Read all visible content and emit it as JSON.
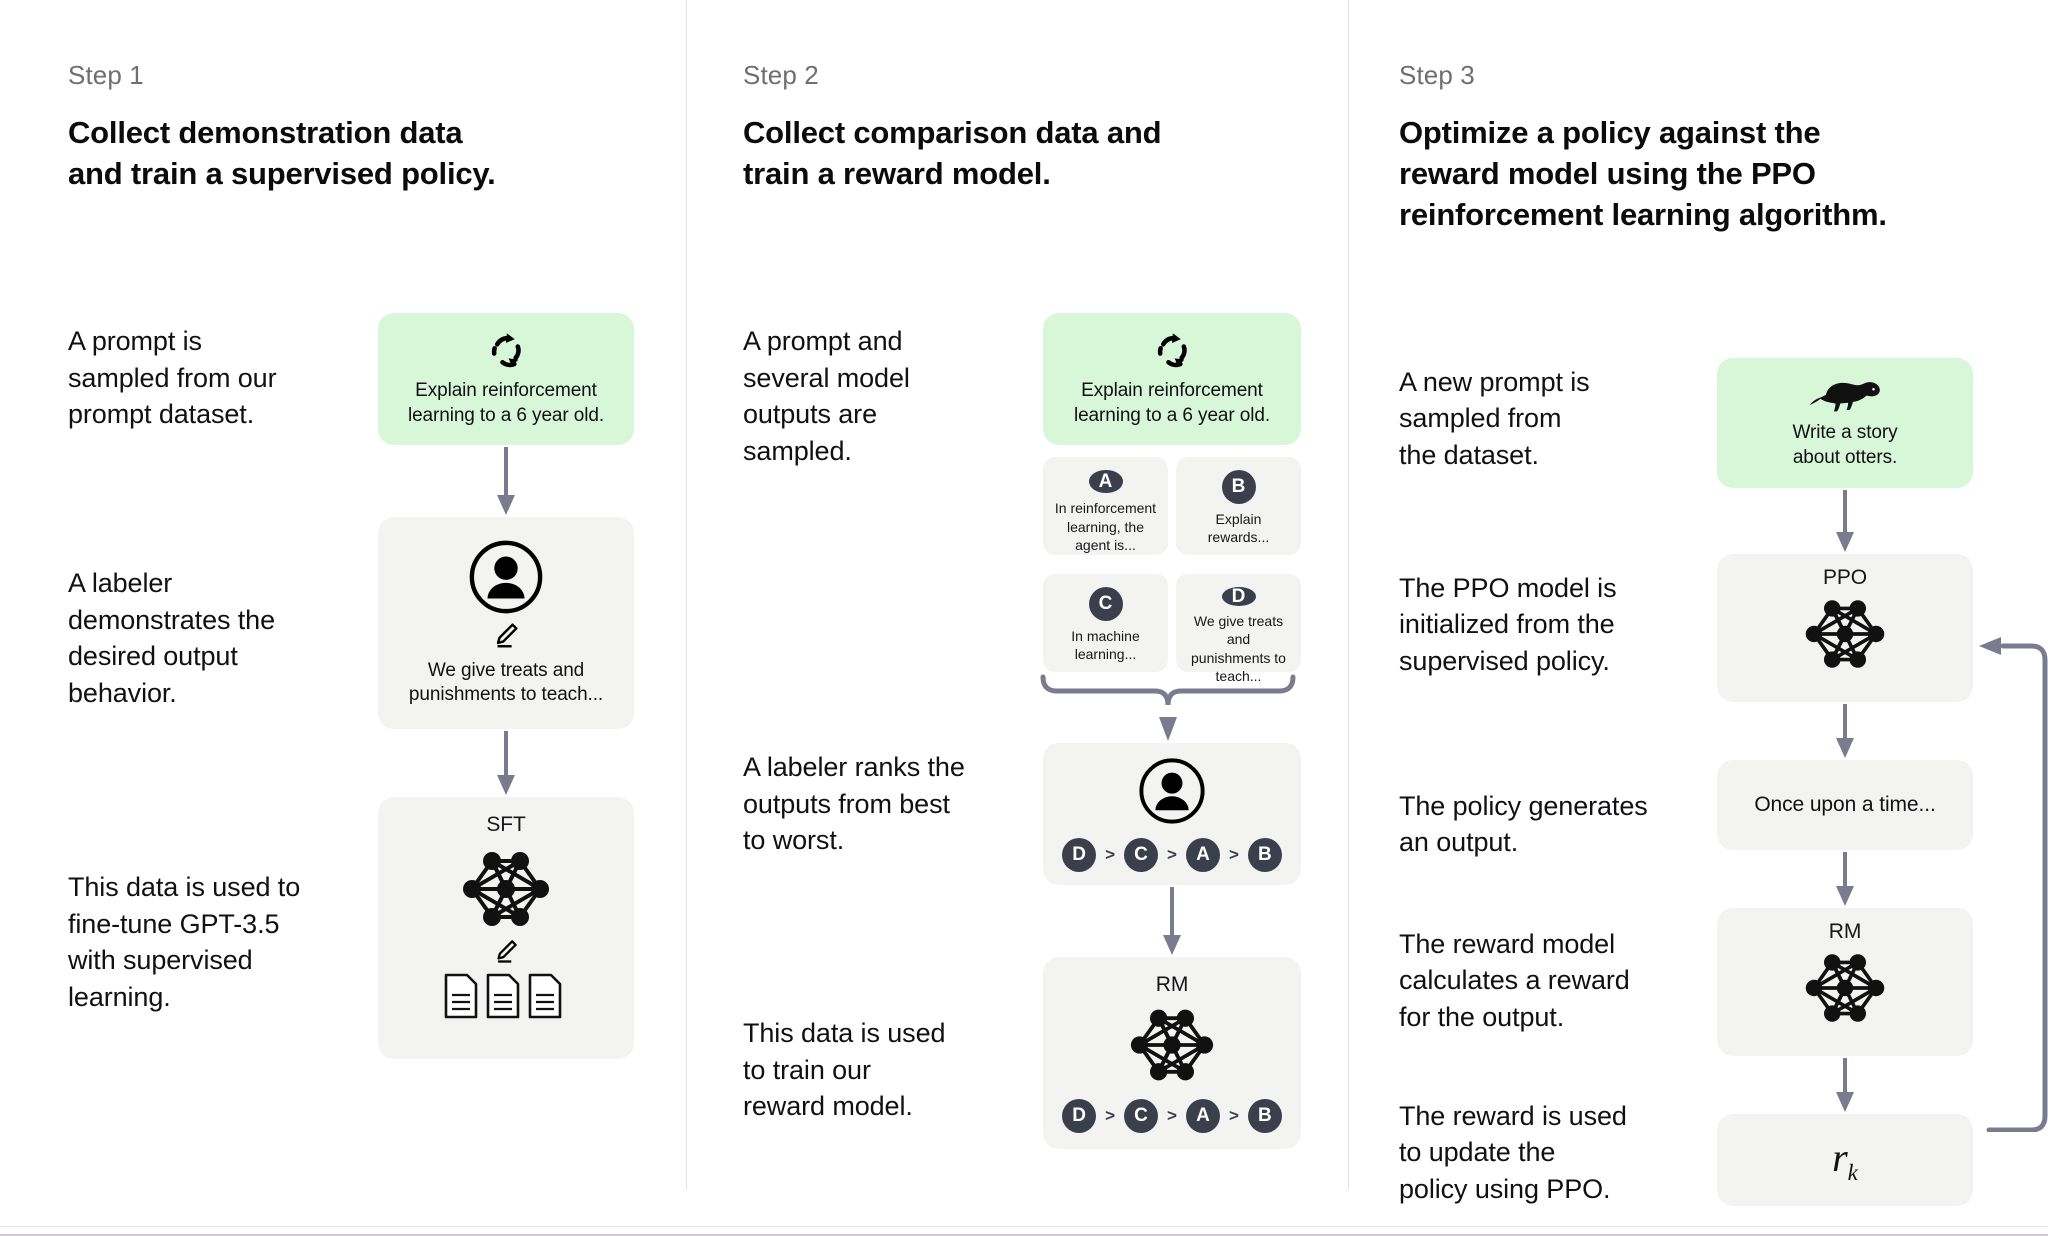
{
  "diagram": {
    "title": "InstructGPT / RLHF three-step training diagram",
    "accent_green": "#d8f7d8",
    "card_gray": "#f3f3f1",
    "badge_color": "#3b3f4c",
    "arrow_color": "#7b7b90"
  },
  "steps": [
    {
      "label": "Step 1",
      "title": "Collect demonstration data\nand train a supervised policy.",
      "descriptions": [
        "A prompt is\nsampled from our\nprompt dataset.",
        "A labeler\ndemonstrates the\ndesired output\nbehavior.",
        "This data is used to\nfine-tune GPT-3.5\nwith supervised\nlearning."
      ],
      "cards": [
        {
          "name": "prompt-card",
          "style": "green",
          "icon": "recycle-arrows-icon",
          "text": "Explain reinforcement\nlearning to a 6 year old."
        },
        {
          "name": "labeler-card",
          "style": "gray",
          "icon": "person-circle-icon",
          "icon2": "pencil-icon",
          "text": "We give treats and\npunishments to teach..."
        },
        {
          "name": "sft-card",
          "style": "gray",
          "title": "SFT",
          "icon": "neural-network-icon",
          "icon2": "pencil-icon",
          "icon3": "documents-icon"
        }
      ]
    },
    {
      "label": "Step 2",
      "title": "Collect comparison data and\ntrain a reward model.",
      "descriptions": [
        "A prompt and\nseveral model\noutputs are\nsampled.",
        "A labeler ranks the\noutputs from best\nto worst.",
        "This data is used\nto train our\nreward model."
      ],
      "cards": [
        {
          "name": "prompt-card",
          "style": "green",
          "icon": "recycle-arrows-icon",
          "text": "Explain reinforcement\nlearning to a 6 year old."
        },
        {
          "name": "ranking-card",
          "style": "gray",
          "icon": "person-circle-icon",
          "ranking": [
            "D",
            "C",
            "A",
            "B"
          ]
        },
        {
          "name": "rm-card",
          "style": "gray",
          "title": "RM",
          "icon": "neural-network-icon",
          "ranking": [
            "D",
            "C",
            "A",
            "B"
          ]
        }
      ],
      "outputs": [
        {
          "badge": "A",
          "text": "In reinforcement\nlearning, the\nagent is..."
        },
        {
          "badge": "B",
          "text": "Explain rewards..."
        },
        {
          "badge": "C",
          "text": "In machine\nlearning..."
        },
        {
          "badge": "D",
          "text": "We give treats and\npunishments to\nteach..."
        }
      ]
    },
    {
      "label": "Step 3",
      "title": "Optimize a policy against the\nreward model using the PPO\nreinforcement learning algorithm.",
      "descriptions": [
        "A new prompt is\nsampled from\nthe dataset.",
        "The PPO model is\ninitialized from the\nsupervised policy.",
        "The policy generates\nan output.",
        "The reward model\ncalculates a reward\nfor the output.",
        "The reward is used\nto update the\npolicy using PPO."
      ],
      "cards": [
        {
          "name": "prompt-card",
          "style": "green",
          "icon": "otter-icon",
          "text": "Write a story\nabout otters."
        },
        {
          "name": "ppo-card",
          "style": "gray",
          "title": "PPO",
          "icon": "neural-network-icon"
        },
        {
          "name": "output-card",
          "style": "gray",
          "text": "Once upon a time..."
        },
        {
          "name": "rm-card",
          "style": "gray",
          "title": "RM",
          "icon": "neural-network-icon"
        },
        {
          "name": "reward-card",
          "style": "gray",
          "formula_base": "r",
          "formula_sub": "k"
        }
      ]
    }
  ]
}
